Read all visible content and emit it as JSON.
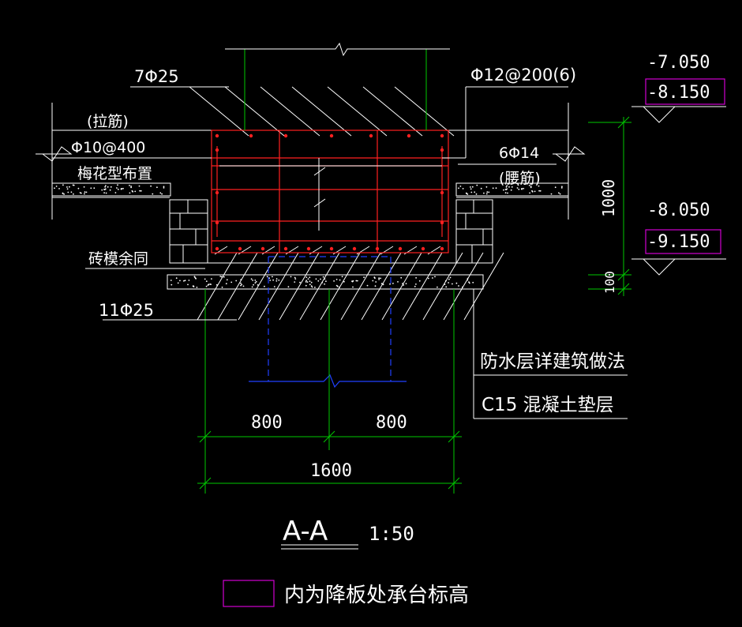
{
  "drawing": {
    "colors": {
      "background": "#000000",
      "white": "#ffffff",
      "green": "#00c800",
      "red": "#ff2020",
      "blue": "#2040ff",
      "magenta": "#d000d0"
    },
    "labels": {
      "top_bars": "7Φ25",
      "tie": "(拉筋)",
      "tie_spacing": "Φ10@400",
      "tie_layout": "梅花型布置",
      "stirrup": "Φ12@200(6)",
      "waist_count": "6Φ14",
      "waist_name": "(腰筋)",
      "brick_mold": "砖模余同",
      "bottom_bars": "11Φ25",
      "waterproof": "防水层详建筑做法",
      "cushion": "C15 混凝土垫层"
    },
    "elevations": {
      "upper_top": "-7.050",
      "upper_boxed": "-8.150",
      "lower_top": "-8.050",
      "lower_boxed": "-9.150"
    },
    "dimensions": {
      "height_main": "1000",
      "height_cushion": "100",
      "left_half": "800",
      "right_half": "800",
      "total_width": "1600"
    },
    "title": {
      "section": "A-A",
      "scale": "1:50"
    },
    "legend": {
      "text": "内为降板处承台标高"
    }
  }
}
